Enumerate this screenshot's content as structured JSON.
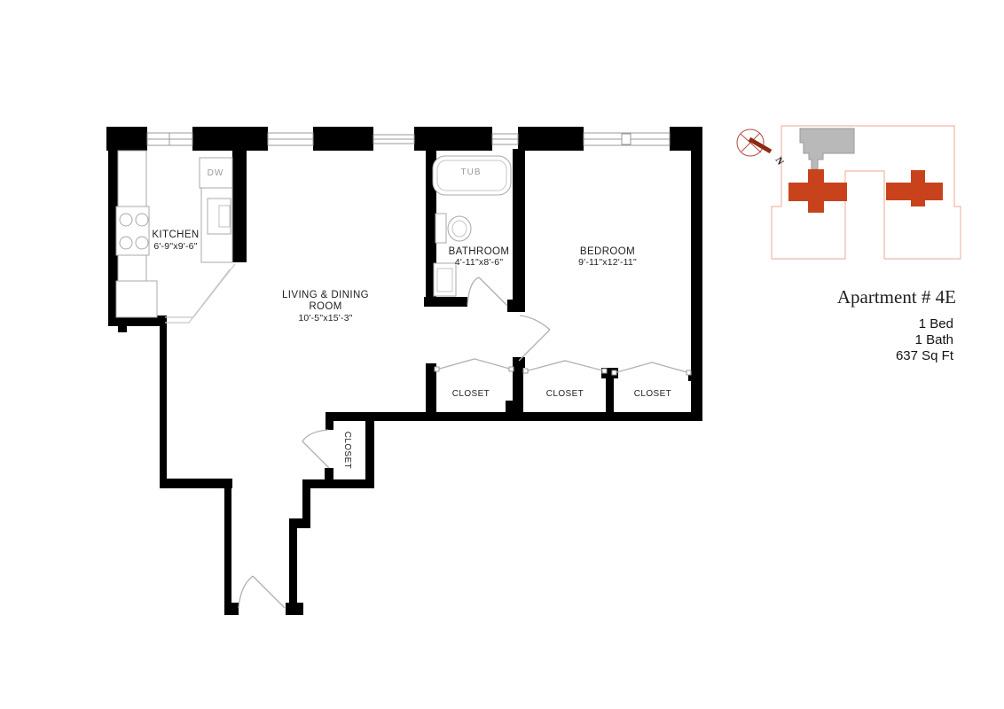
{
  "floor_plan": {
    "wall_color": "#000000",
    "fixture_line_color": "#a8a8a8",
    "rooms": {
      "kitchen": {
        "name": "KITCHEN",
        "dims": "6'-9\"x9'-6\""
      },
      "living_dining": {
        "line1": "LIVING & DINING",
        "line2": "ROOM",
        "dims": "10'-5\"x15'-3\""
      },
      "bathroom": {
        "name": "BATHROOM",
        "dims": "4'-11\"x8'-6\""
      },
      "bedroom": {
        "name": "BEDROOM",
        "dims": "9'-11\"x12'-11\""
      }
    },
    "closets": {
      "closet_1": "CLOSET",
      "closet_2": "CLOSET",
      "closet_3": "CLOSET",
      "hall_closet": "CLOSET"
    },
    "fixtures": {
      "tub": "TUB",
      "dishwasher": "DW"
    }
  },
  "key_plan": {
    "outline_color": "#f2b8a6",
    "unit_fill": "#b9b9b9",
    "unit_outline": "#9a9a9a",
    "core_color": "#c8431c",
    "compass": {
      "north_label": "N",
      "ring_color": "#b5473c",
      "needle_color": "#8d2a12"
    }
  },
  "unit_info": {
    "title": "Apartment # 4E",
    "title_color": "#ab2f1d",
    "beds": "1 Bed",
    "baths": "1 Bath",
    "area": "637 Sq Ft"
  }
}
